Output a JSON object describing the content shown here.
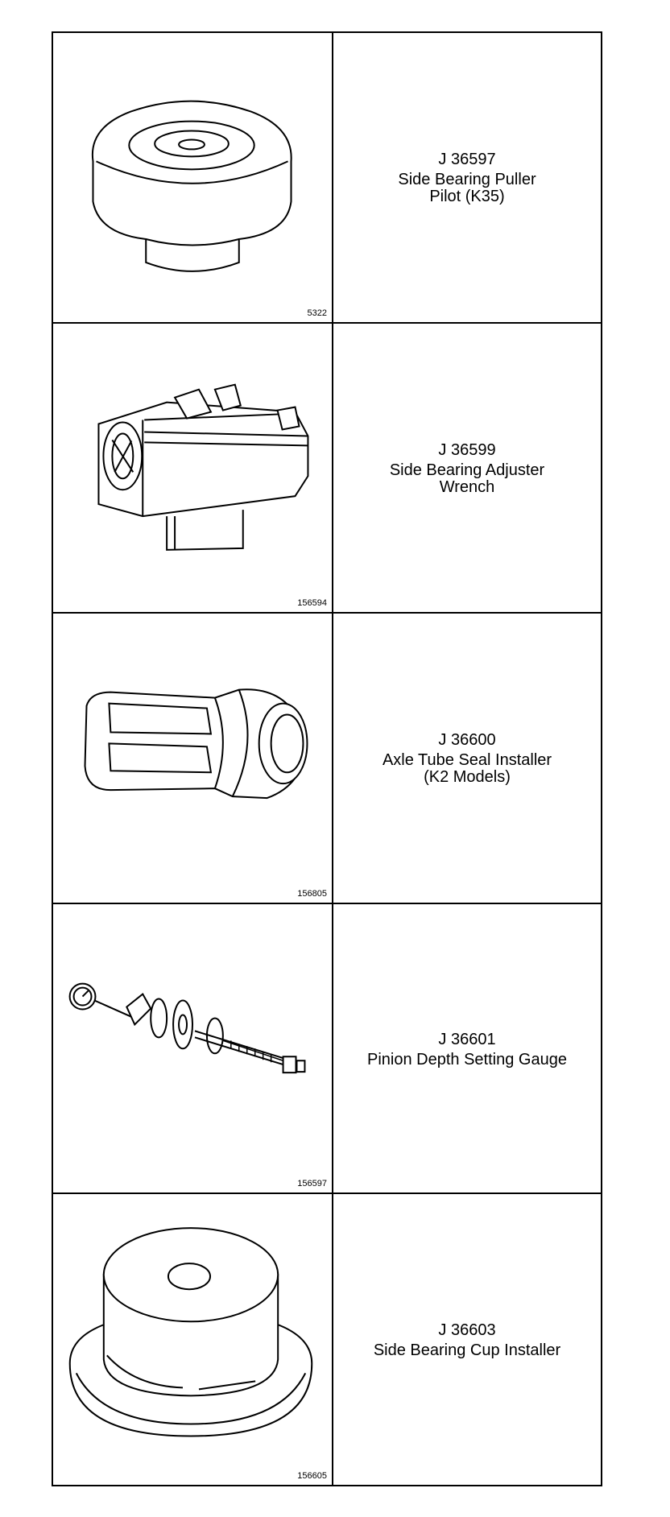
{
  "tools": [
    {
      "number": "J 36597",
      "description": "Side Bearing Puller\nPilot (K35)",
      "figure": "5322",
      "icon": "side-bearing-puller-pilot-icon"
    },
    {
      "number": "J 36599",
      "description": "Side Bearing Adjuster\nWrench",
      "figure": "156594",
      "icon": "side-bearing-adjuster-wrench-icon"
    },
    {
      "number": "J 36600",
      "description": "Axle Tube Seal Installer\n(K2 Models)",
      "figure": "156805",
      "icon": "axle-tube-seal-installer-icon"
    },
    {
      "number": "J 36601",
      "description": "Pinion Depth Setting Gauge",
      "figure": "156597",
      "icon": "pinion-depth-setting-gauge-icon"
    },
    {
      "number": "J 36603",
      "description": "Side Bearing Cup Installer",
      "figure": "156605",
      "icon": "side-bearing-cup-installer-icon"
    }
  ]
}
